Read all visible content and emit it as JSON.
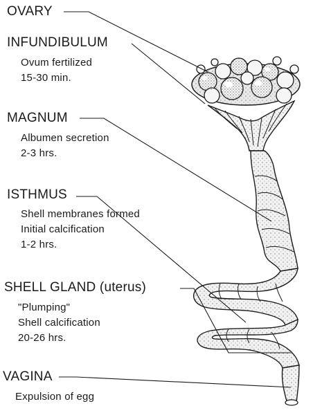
{
  "diagram": {
    "labels": [
      {
        "id": "ovary",
        "title": "OVARY",
        "lines": []
      },
      {
        "id": "infundibulum",
        "title": "INFUNDIBULUM",
        "lines": [
          "Ovum fertilized",
          "15-30 min."
        ]
      },
      {
        "id": "magnum",
        "title": "MAGNUM",
        "lines": [
          "Albumen secretion",
          "2-3 hrs."
        ]
      },
      {
        "id": "isthmus",
        "title": "ISTHMUS",
        "lines": [
          "Shell membranes formed",
          "Initial calcification",
          "1-2 hrs."
        ]
      },
      {
        "id": "shell-gland",
        "title": "SHELL GLAND (uterus)",
        "lines": [
          "\"Plumping\"",
          "Shell calcification",
          "20-26 hrs."
        ]
      },
      {
        "id": "vagina",
        "title": "VAGINA",
        "lines": [
          "Expulsion of egg"
        ]
      }
    ]
  },
  "colors": {
    "ink": "#1a1a1a",
    "tissue": "#f4f4f4",
    "shade": "#cfcfcf",
    "follicle": "#e9e9e9"
  }
}
